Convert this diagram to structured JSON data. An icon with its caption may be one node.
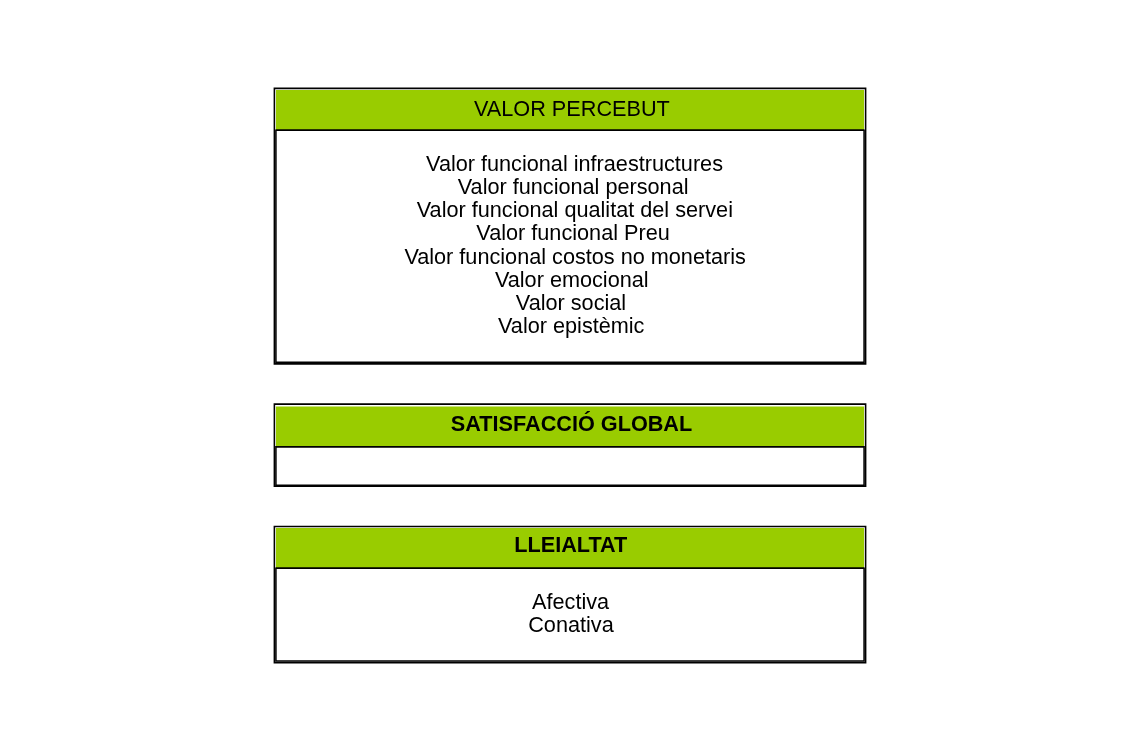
{
  "diagram": {
    "nodes": [
      {
        "text": [
          "VALOR PERCEBUT",
          "Valor funcional infraestructures",
          "Valor funcional personal",
          "Valor funcional qualitat del servei",
          "Valor funcional Preu",
          "Valor funcional costos no monetaris",
          "Valor emocional",
          "Valor social",
          "Valor epistèmic"
        ]
      },
      {
        "text": [
          "SATISFACCIÓ GLOBAL"
        ]
      },
      {
        "text": [
          "LLEIALTAT",
          "Afectiva",
          "Conativa"
        ]
      }
    ]
  }
}
